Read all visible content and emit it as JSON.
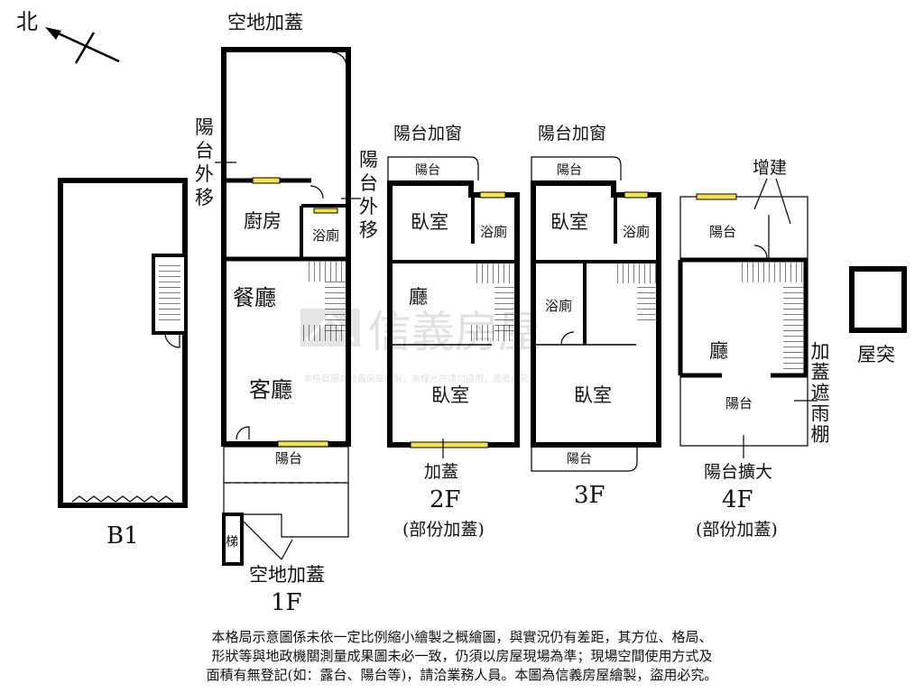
{
  "compass": {
    "north_label": "北"
  },
  "watermark": {
    "brand": "信義房屋",
    "notice": "本格局圖為信義房屋繪製，未經允許請勿盜用，違者必究"
  },
  "floors": {
    "b1": {
      "label": "B1"
    },
    "f1": {
      "label": "1F",
      "rooms": {
        "top_addition": "空地加蓋",
        "balcony_moved_left": "陽台外移",
        "balcony_moved_right": "陽台外移",
        "kitchen": "廚房",
        "bath": "浴廁",
        "dining": "餐廳",
        "living": "客廳",
        "balcony": "陽台",
        "stairs_small": "梯",
        "bottom_addition": "空地加蓋"
      }
    },
    "f2": {
      "label": "2F",
      "note": "(部份加蓋)",
      "rooms": {
        "balcony_window": "陽台加窗",
        "balcony": "陽台",
        "bedroom_top": "臥室",
        "bath": "浴廁",
        "hall": "廳",
        "bedroom_bottom": "臥室",
        "addition": "加蓋"
      }
    },
    "f3": {
      "label": "3F",
      "rooms": {
        "balcony_window": "陽台加窗",
        "balcony_top": "陽台",
        "bedroom_top": "臥室",
        "bath_right": "浴廁",
        "bath_left": "浴廁",
        "bedroom_bottom": "臥室",
        "balcony_bottom": "陽台"
      }
    },
    "f4": {
      "label": "4F",
      "note": "(部份加蓋)",
      "rooms": {
        "extension": "增建",
        "balcony_top": "陽台",
        "hall": "廳",
        "balcony_bottom": "陽台",
        "rain_shelter": "加蓋遮雨棚",
        "balcony_enlarged": "陽台擴大"
      }
    },
    "roof": {
      "label": "屋突"
    }
  },
  "disclaimer": {
    "line1": "本格局示意圖係未依一定比例縮小繪製之概繪圖，與實況仍有差距，其方位、格局、",
    "line2": "形狀等與地政機關測量成果圖未必一致，仍須以房屋現場為準；現場空間使用方式及",
    "line3": "面積有無登記(如：露台、陽台等)，請洽業務人員。本圖為信義房屋繪製，盜用必究。"
  }
}
